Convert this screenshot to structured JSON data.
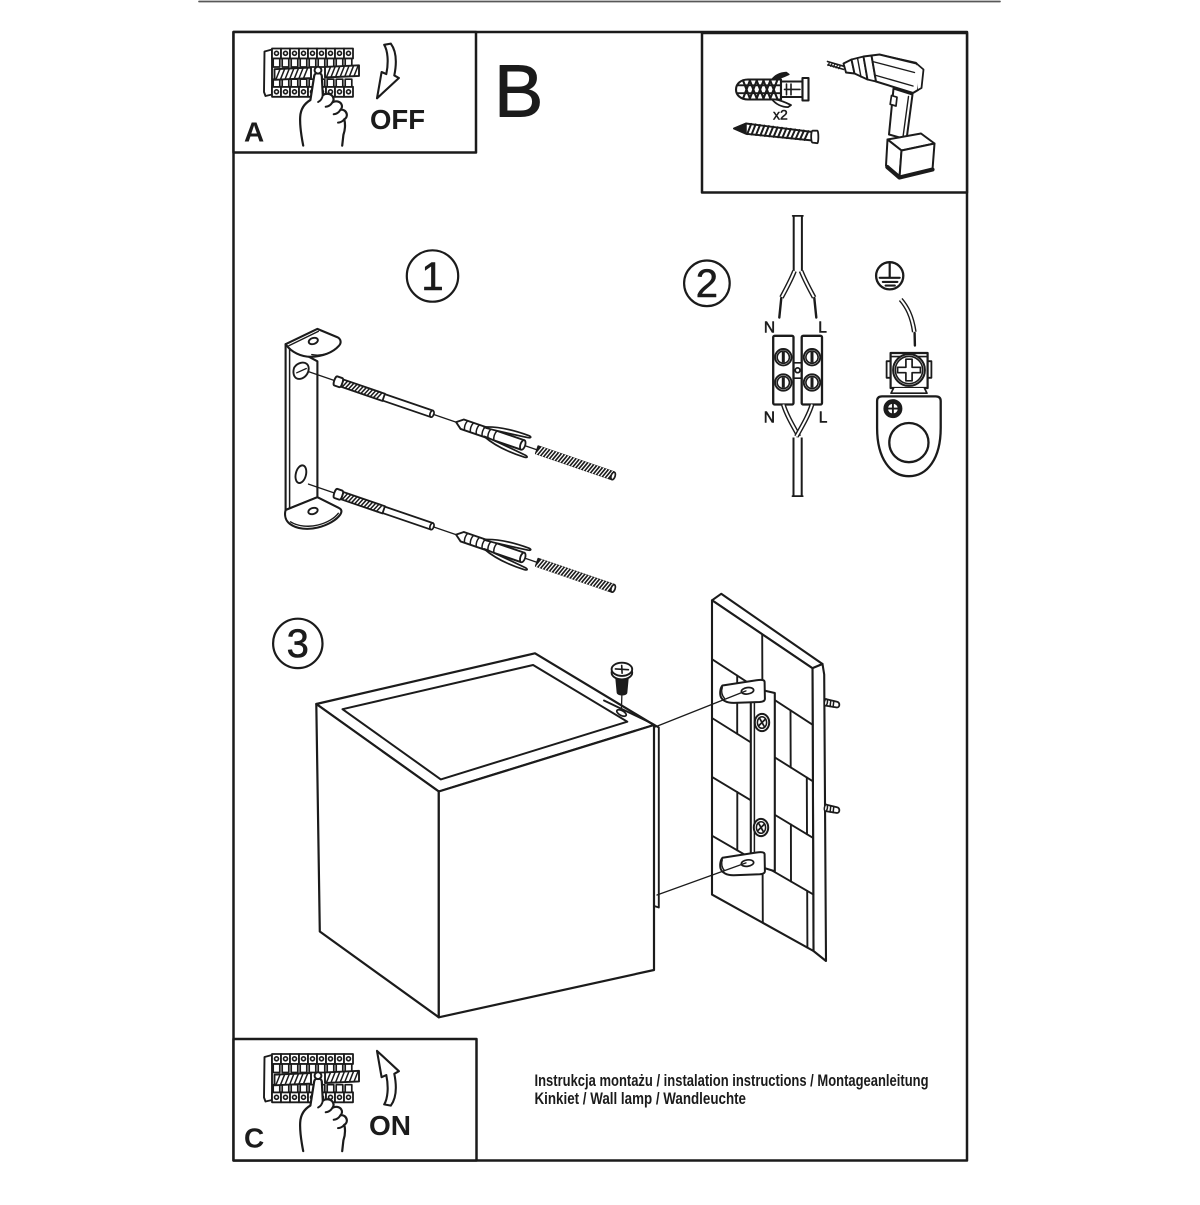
{
  "colors": {
    "ink": "#1b1b1b",
    "paper": "#ffffff"
  },
  "breaker_box_off": {
    "letter": "A",
    "state_label": "OFF"
  },
  "breaker_box_on": {
    "letter": "C",
    "state_label": "ON"
  },
  "section_b": {
    "letter": "B",
    "hardware_quantity": "x2"
  },
  "step1": {
    "number": "1"
  },
  "step2": {
    "number": "2",
    "terminal_labels": {
      "n_top": "N",
      "l_top": "L",
      "n_bottom": "N",
      "l_bottom": "L"
    }
  },
  "step3": {
    "number": "3"
  },
  "footer": {
    "line1": "Instrukcja montażu / instalation instructions / Montageanleitung",
    "line2": "Kinkiet / Wall lamp / Wandleuchte"
  }
}
